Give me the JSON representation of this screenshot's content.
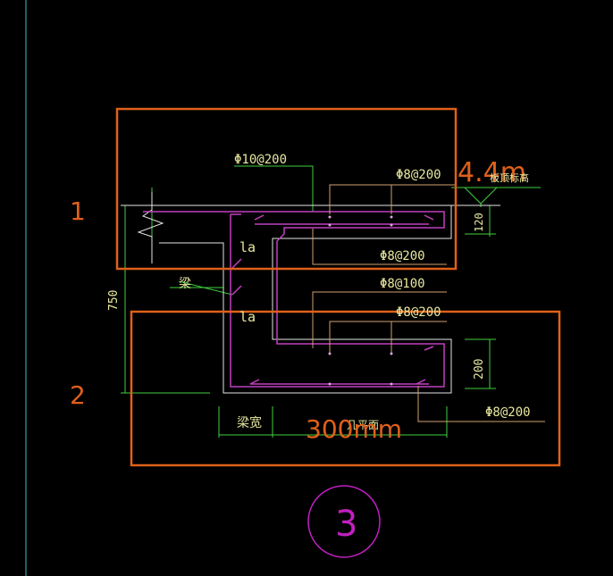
{
  "colors": {
    "background": "#000000",
    "highlight_box": "#e0601a",
    "rebar": "#c040c0",
    "rebar_dim": "#d0a070",
    "green_line": "#40d040",
    "white_line": "#e6e6e6",
    "label_text": "#e8e8a0",
    "cyan_line": "#40c0c0",
    "circle": "#c020c0"
  },
  "region_labels": {
    "box1": "1",
    "box2": "2"
  },
  "annotations": {
    "top_bar": "Φ10@200",
    "top_right": "Φ8@200",
    "mid_upper": "Φ8@200",
    "mid_lower": "Φ8@100",
    "lower_top": "Φ8@200",
    "bottom_right": "Φ8@200",
    "la_upper": "la",
    "la_lower": "la",
    "beam": "梁",
    "elevation_marker": "4.4m",
    "elevation_small": "板顶标高",
    "dim_120": "120",
    "dim_200": "200",
    "dim_750": "750",
    "beam_width": "梁宽",
    "bottom_center_small": "几平面",
    "bottom_measure": "300mm"
  },
  "detail_marker": "3"
}
